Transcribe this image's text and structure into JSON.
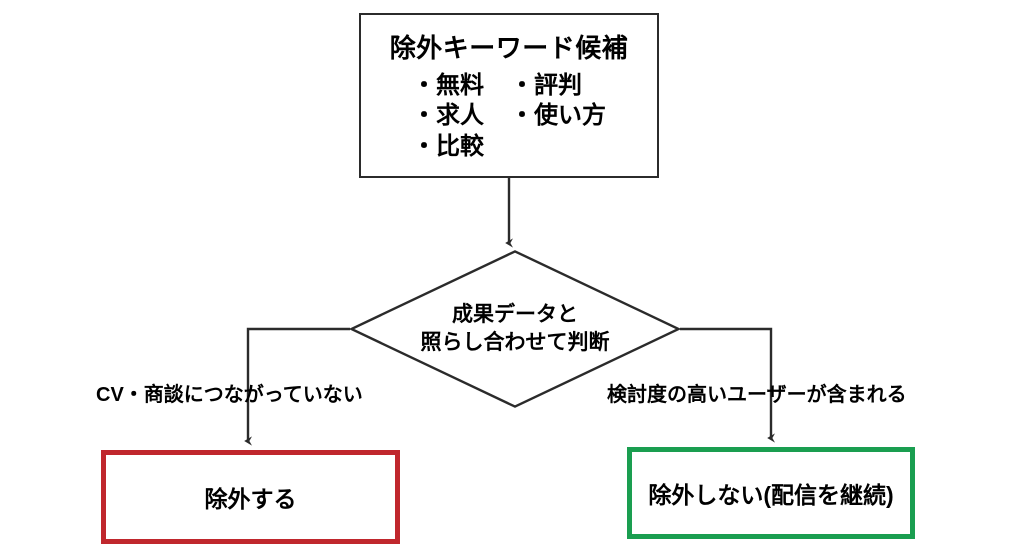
{
  "diagram": {
    "type": "flowchart",
    "title_node": {
      "name": "exclusion-keyword-candidates",
      "title": "除外キーワード候補",
      "columns": [
        [
          "・無料",
          "・求人",
          "・比較"
        ],
        [
          "・評判",
          "・使い方"
        ]
      ]
    },
    "decision_node": {
      "name": "performance-data-check",
      "line1": "成果データと",
      "line2": "照らし合わせて判断"
    },
    "branches": [
      {
        "side": "left",
        "label": "CV・商談につながっていない",
        "outcome": "除外する",
        "color": "#c0272d"
      },
      {
        "side": "right",
        "label": "検討度の高いユーザーが含まれる",
        "outcome": "除外しない(配信を継続)",
        "color": "#1a9e50"
      }
    ],
    "colors": {
      "line": "#2b2b2b",
      "box_border": "#2b2b2b",
      "exclude_border": "#c0272d",
      "keep_border": "#1a9e50",
      "text": "#000000",
      "background": "#ffffff"
    }
  }
}
